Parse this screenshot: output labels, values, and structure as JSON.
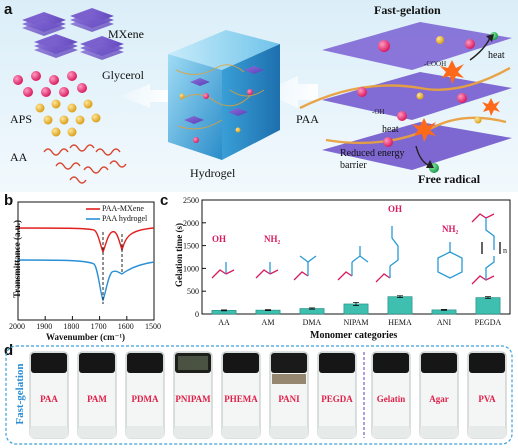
{
  "panel_a": {
    "letter": "a",
    "labels": {
      "mxene": "MXene",
      "glycerol": "Glycerol",
      "aps": "APS",
      "aa": "AA",
      "hydrogel": "Hydrogel",
      "paa": "PAA",
      "fast_gelation": "Fast-gelation",
      "free_radical": "Free radical",
      "heat1": "heat",
      "heat2": "heat",
      "reduced_energy": "Reduced energy",
      "barrier": "barrier",
      "cooh": "-COOH",
      "oh": "-OH"
    }
  },
  "panel_b": {
    "letter": "b",
    "ylabel": "Transmittance (a.u.)",
    "xlabel": "Wavenumber (cm⁻¹)",
    "xticks": [
      "2000",
      "1900",
      "1800",
      "1700",
      "1600",
      "1500"
    ],
    "legend": [
      "PAA-MXene",
      "PAA hydrogel"
    ],
    "colors": {
      "mxene": "#e02020",
      "hydrogel": "#2a8fd6"
    }
  },
  "panel_c": {
    "letter": "c",
    "oh": "OH",
    "nh2": "NH₂",
    "n": "n"
  },
  "chart_data": {
    "type": "bar",
    "title": "",
    "xlabel": "Monomer categories",
    "ylabel": "Gelation time (s)",
    "categories": [
      "AA",
      "AM",
      "DMA",
      "NIPAM",
      "HEMA",
      "ANI",
      "PEGDA"
    ],
    "values": [
      80,
      85,
      120,
      220,
      380,
      90,
      360
    ],
    "errors": [
      10,
      10,
      15,
      35,
      20,
      10,
      20
    ],
    "ylim": [
      0,
      2500
    ],
    "yticks": [
      "0",
      "500",
      "1000",
      "1500",
      "2000",
      "2500"
    ],
    "bar_color": "#3fbfb0"
  },
  "panel_d": {
    "letter": "d",
    "side_label": "Fast-gelation",
    "vials": [
      "PAA",
      "PAM",
      "PDMA",
      "PNIPAM",
      "PHEMA",
      "PANI",
      "PEGDA",
      "Gelatin",
      "Agar",
      "PVA"
    ]
  }
}
